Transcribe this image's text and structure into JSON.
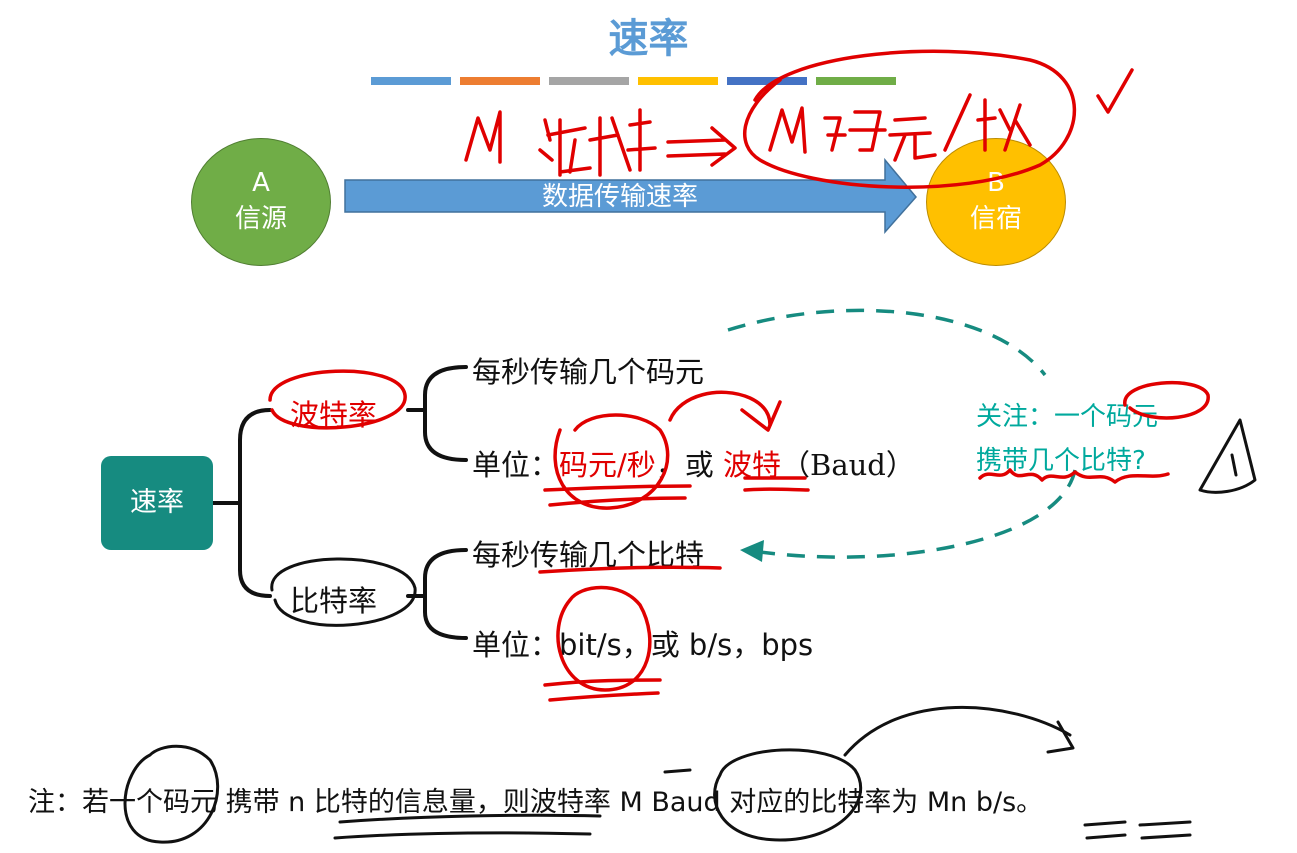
{
  "title": "速率",
  "color_bars": [
    "#5b9bd5",
    "#ed7d31",
    "#a5a5a5",
    "#ffc000",
    "#4472c4",
    "#70ad47"
  ],
  "diagram": {
    "node_a": {
      "letter": "A",
      "label": "信源"
    },
    "node_b": {
      "letter": "B",
      "label": "信宿"
    },
    "arrow_label": "数据传输速率"
  },
  "mindmap": {
    "root": "速率",
    "baud": {
      "label": "波特率",
      "desc": "每秒传输几个码元",
      "unit_prefix": "单位：",
      "unit_main": "码元/秒",
      "unit_sep": "，或 ",
      "unit_alt": "波特",
      "unit_suffix": "（Baud）"
    },
    "bit": {
      "label": "比特率",
      "desc": "每秒传输几个比特",
      "unit_text": "单位：bit/s，或 b/s，bps"
    },
    "side_note": {
      "line1": "关注：一个码元",
      "line2": "携带几个比特?"
    }
  },
  "note": {
    "part1": "注：若一个码元 携带 ",
    "n": "n",
    "part2": " 比特的信息量，则波特率 ",
    "m": "M Baud",
    "part3": " 对应的比特率为 ",
    "mn": "Mn b/s",
    "end": "。"
  }
}
